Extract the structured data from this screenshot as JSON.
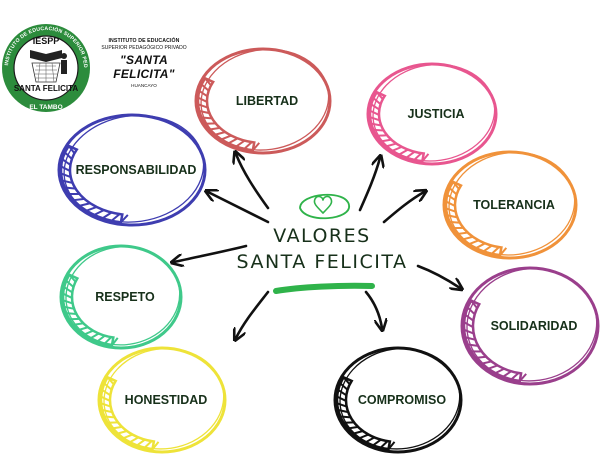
{
  "logo": {
    "badge_ring_text": "INSTITUTO DE EDUCACIÓN SUPERIOR PEDAGÓGICO PRIVADO",
    "badge_top": "IESPP",
    "badge_name": "SANTA FELICITA",
    "badge_bottom": "EL TAMBO",
    "caption_line1": "INSTITUTO DE EDUCACIÓN",
    "caption_line2": "SUPERIOR PEDAGÓGICO PRIVADO",
    "caption_name": "\"SANTA FELICITA\"",
    "caption_city": "HUANCAYO"
  },
  "center": {
    "line1": "VALORES",
    "line2": "SANTA FELICITA",
    "icon": "heart-icon",
    "accent_color": "#2fb34a"
  },
  "values": [
    {
      "label": "LIBERTAD",
      "color": "#cc5a5a"
    },
    {
      "label": "JUSTICIA",
      "color": "#e8568f"
    },
    {
      "label": "RESPONSABILIDAD",
      "color": "#3e3db0"
    },
    {
      "label": "TOLERANCIA",
      "color": "#f0923a"
    },
    {
      "label": "RESPETO",
      "color": "#3fc98a"
    },
    {
      "label": "SOLIDARIDAD",
      "color": "#9a3f8c"
    },
    {
      "label": "HONESTIDAD",
      "color": "#eee339"
    },
    {
      "label": "COMPROMISO",
      "color": "#111111"
    }
  ]
}
